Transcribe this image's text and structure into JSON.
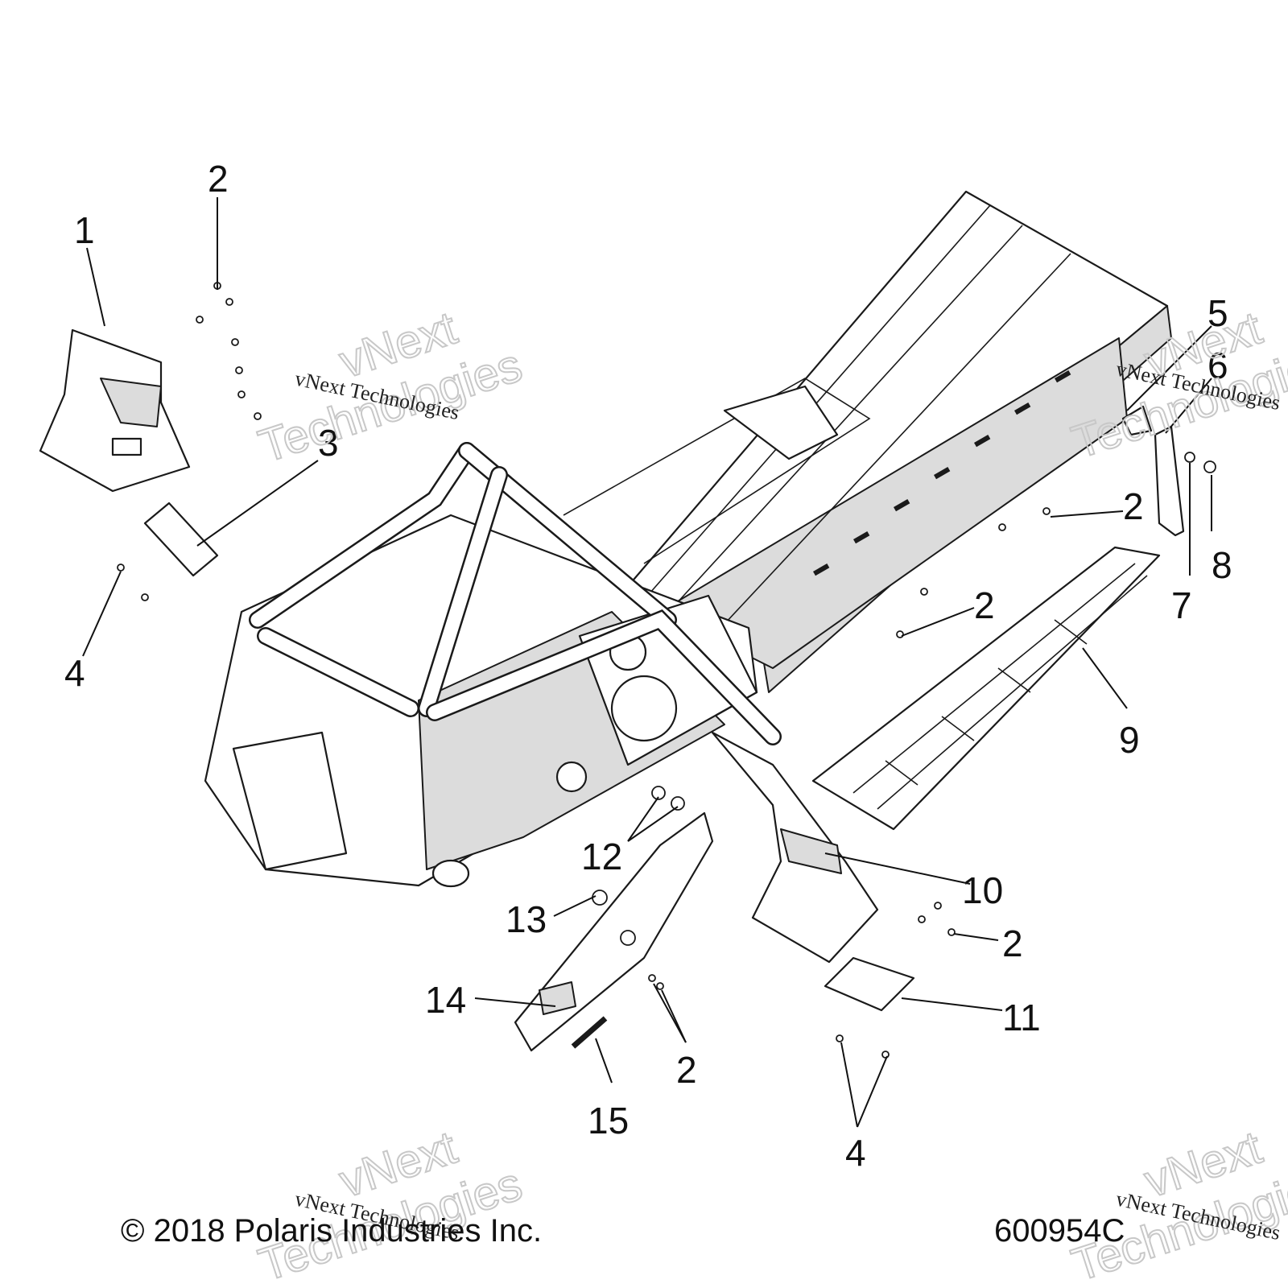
{
  "diagram": {
    "callouts": [
      "1",
      "2",
      "3",
      "4",
      "5",
      "6",
      "7",
      "8",
      "9",
      "10",
      "11",
      "12",
      "13",
      "14",
      "15"
    ],
    "copyright": "© 2018 Polaris Industries Inc.",
    "figure_number": "600954C",
    "watermark": {
      "company_line": "vNext Technologies",
      "outline_word_1": "vNext",
      "outline_word_2": "Technologies"
    }
  }
}
